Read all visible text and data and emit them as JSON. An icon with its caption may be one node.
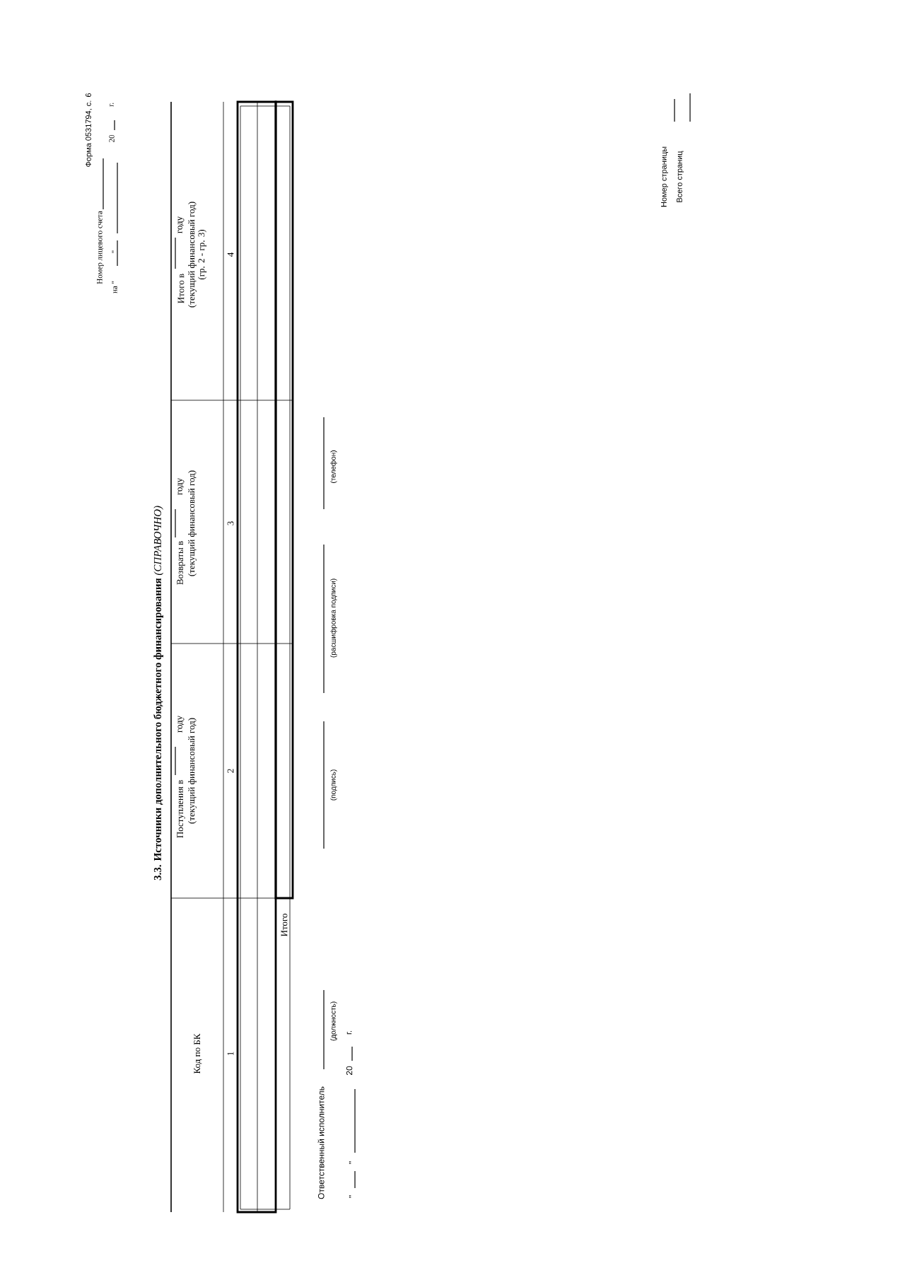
{
  "diagram": {
    "title": "**3.3. Источники дополнительного бюджетного финансирования** *(СПРАВОЧНО)*",
    "labels": [
      "Форма 0531794, с. 6",
      "Номер лицевого счета",
      "на \"",
      "\"",
      "20",
      "г.",
      "Код по БК",
      "Поступления в",
      "году",
      "(текущий финансовый год)",
      "Возвраты в",
      "году",
      "(текущий финансовый год)",
      "Итого в",
      "году",
      "(текущий финансовый год)",
      "(гр. 2 - гр. 3)",
      "1",
      "2",
      "3",
      "4",
      "Итого",
      "Ответственный исполнитель",
      "(должность)",
      "(подпись)",
      "(расшифровка подписи)",
      "(телефон)",
      "\"",
      "\"",
      "20",
      "г.",
      "Номер страницы",
      "Всего страниц"
    ]
  }
}
